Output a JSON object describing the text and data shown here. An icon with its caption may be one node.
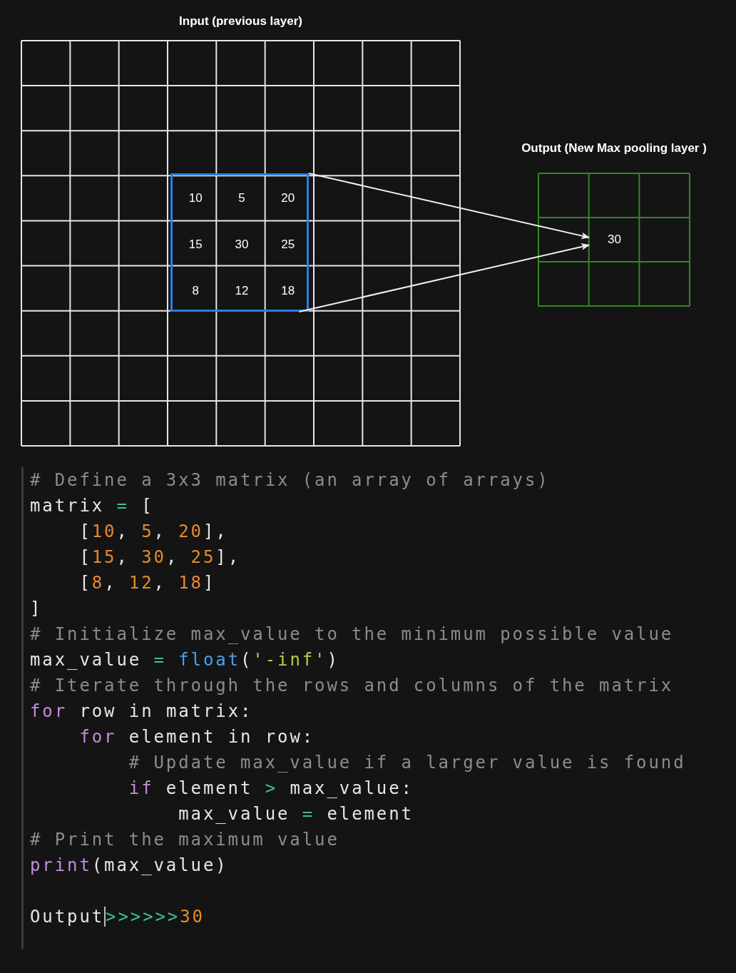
{
  "diagram": {
    "nodes": [
      {
        "text": [
          "Input (previous layer)"
        ]
      },
      {
        "text": [],
        "shape": "box",
        "in": 0
      },
      {
        "text": [
          "10"
        ],
        "in": 1
      },
      {
        "text": [
          "5"
        ],
        "in": 1
      },
      {
        "text": [
          "20"
        ],
        "in": 1
      },
      {
        "text": [
          "15"
        ],
        "in": 1
      },
      {
        "text": [
          "30"
        ],
        "in": 1
      },
      {
        "text": [
          "25"
        ],
        "in": 1
      },
      {
        "text": [
          "8"
        ],
        "in": 1
      },
      {
        "text": [
          "12"
        ],
        "in": 1
      },
      {
        "text": [
          "18"
        ],
        "in": 1
      },
      {
        "text": [
          "Output (New Max pooling layer )"
        ]
      },
      {
        "text": [
          "30"
        ],
        "in": 11
      }
    ],
    "edges": [
      {
        "from": 1,
        "to": 12,
        "arrow": "to"
      },
      {
        "from": 1,
        "to": 12,
        "arrow": "to"
      }
    ],
    "labels": [
      "# Define a 3x3 matrix (an array of arrays)",
      "matrix = [",
      "    [10, 5, 20],",
      "    [15, 30, 25],",
      "    [8, 12, 18]",
      "]",
      "# Initialize max_value to the minimum possible value",
      "max_value = float('-inf')",
      "# Iterate through the rows and columns of the matrix",
      "for row in matrix:",
      "    for element in row:",
      "        # Update max_value if a larger value is found",
      "        if element > max_value:",
      "            max_value = element",
      "# Print the maximum value",
      "print(max_value)",
      "Output>>>>>>30"
    ]
  }
}
